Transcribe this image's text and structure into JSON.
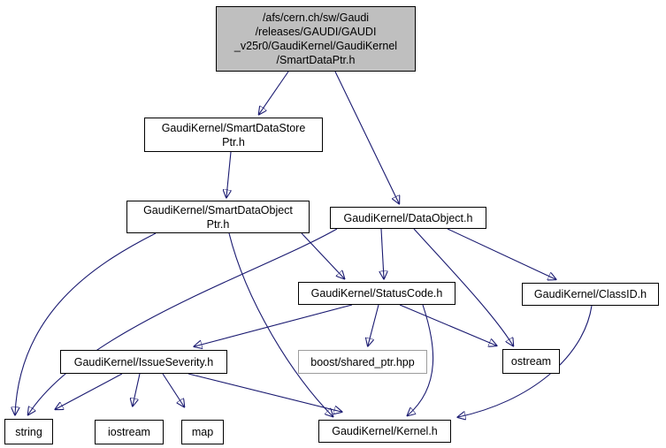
{
  "diagram": {
    "type": "include-dependency-graph",
    "root_file": "/afs/cern.ch/sw/Gaudi/releases/GAUDI/GAUDI_v25r0/GaudiKernel/GaudiKernel/SmartDataPtr.h"
  },
  "colors": {
    "edge": "#191970",
    "node_fill": "#ffffff",
    "root_fill": "#bfbfbf",
    "node_border": "#000000",
    "external_node_border": "#9d9d9d",
    "background": "#ffffff"
  },
  "nodes": {
    "smartdataptr": {
      "label": "/afs/cern.ch/sw/Gaudi\n/releases/GAUDI/GAUDI\n_v25r0/GaudiKernel/GaudiKernel\n/SmartDataPtr.h"
    },
    "smartdatastoreptr": {
      "label": "GaudiKernel/SmartDataStore\nPtr.h"
    },
    "smartdataobjectptr": {
      "label": "GaudiKernel/SmartDataObject\nPtr.h"
    },
    "dataobject": {
      "label": "GaudiKernel/DataObject.h"
    },
    "statuscode": {
      "label": "GaudiKernel/StatusCode.h"
    },
    "classid": {
      "label": "GaudiKernel/ClassID.h"
    },
    "issueseverity": {
      "label": "GaudiKernel/IssueSeverity.h"
    },
    "boost_shared_ptr": {
      "label": "boost/shared_ptr.hpp"
    },
    "ostream": {
      "label": "ostream"
    },
    "string": {
      "label": "string"
    },
    "iostream": {
      "label": "iostream"
    },
    "map": {
      "label": "map"
    },
    "kernel": {
      "label": "GaudiKernel/Kernel.h"
    }
  },
  "edges": [
    {
      "from": "smartdataptr",
      "to": "smartdatastoreptr"
    },
    {
      "from": "smartdataptr",
      "to": "dataobject"
    },
    {
      "from": "smartdatastoreptr",
      "to": "smartdataobjectptr"
    },
    {
      "from": "smartdataobjectptr",
      "to": "statuscode"
    },
    {
      "from": "smartdataobjectptr",
      "to": "string"
    },
    {
      "from": "smartdataobjectptr",
      "to": "kernel"
    },
    {
      "from": "dataobject",
      "to": "statuscode"
    },
    {
      "from": "dataobject",
      "to": "classid"
    },
    {
      "from": "dataobject",
      "to": "ostream"
    },
    {
      "from": "dataobject",
      "to": "string"
    },
    {
      "from": "statuscode",
      "to": "issueseverity"
    },
    {
      "from": "statuscode",
      "to": "boost_shared_ptr"
    },
    {
      "from": "statuscode",
      "to": "ostream"
    },
    {
      "from": "statuscode",
      "to": "kernel"
    },
    {
      "from": "classid",
      "to": "kernel"
    },
    {
      "from": "issueseverity",
      "to": "string"
    },
    {
      "from": "issueseverity",
      "to": "iostream"
    },
    {
      "from": "issueseverity",
      "to": "map"
    },
    {
      "from": "issueseverity",
      "to": "kernel"
    }
  ]
}
